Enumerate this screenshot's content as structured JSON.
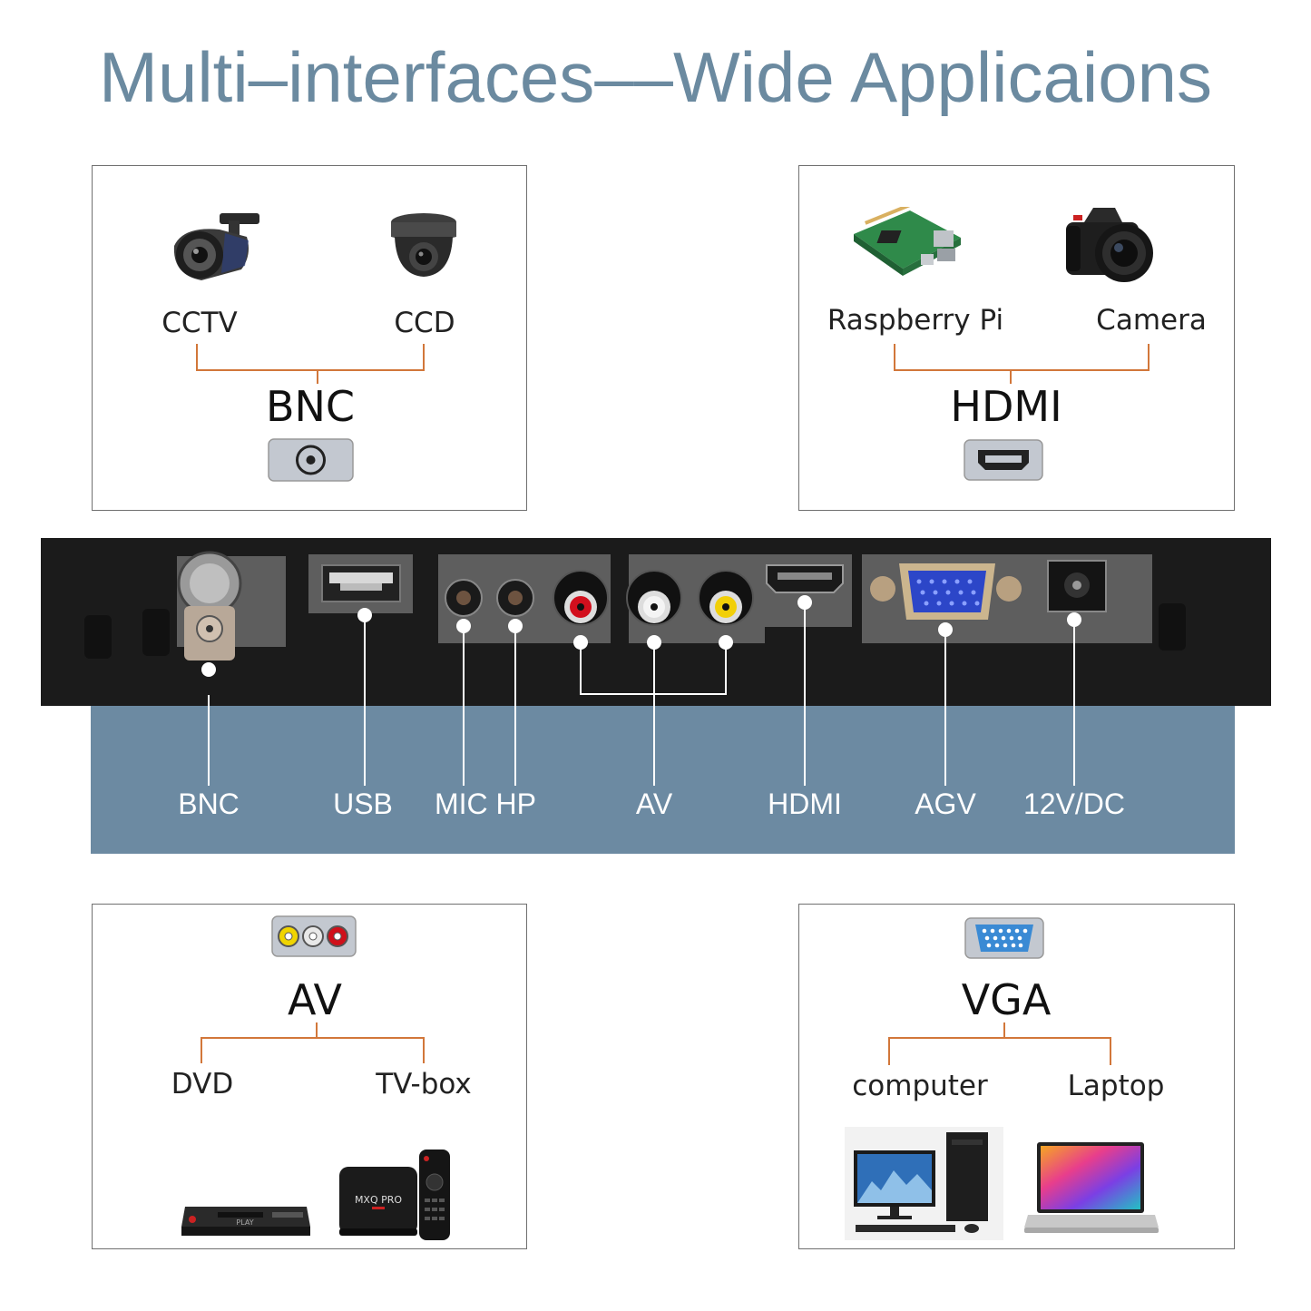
{
  "title": "Multi–interfaces––Wide Applicaions",
  "boxes": {
    "bnc": {
      "interface": "BNC",
      "device_left": "CCTV",
      "device_right": "CCD"
    },
    "hdmi": {
      "interface": "HDMI",
      "device_left": "Raspberry Pi",
      "device_right": "Camera"
    },
    "av": {
      "interface": "AV",
      "device_left": "DVD",
      "device_right": "TV-box",
      "device_brand": "MXQ PRO",
      "device_display": "PLAY"
    },
    "vga": {
      "interface": "VGA",
      "device_left": "computer",
      "device_right": "Laptop"
    }
  },
  "ports": [
    "BNC",
    "USB",
    "MIC HP",
    "AV",
    "HDMI",
    "AGV",
    "12V/DC"
  ],
  "colors": {
    "title": "#6b8aa0",
    "band": "#6c8aa2",
    "bracket": "#d2773a",
    "strip": "#1b1b1b"
  },
  "icons": [
    "bullet-camera-icon",
    "dome-camera-icon",
    "bnc-port-icon",
    "raspberry-pi-icon",
    "dslr-camera-icon",
    "hdmi-port-icon",
    "rca-port-icon",
    "dvd-player-icon",
    "tv-box-icon",
    "remote-icon",
    "vga-port-icon",
    "desktop-computer-icon",
    "laptop-icon"
  ]
}
